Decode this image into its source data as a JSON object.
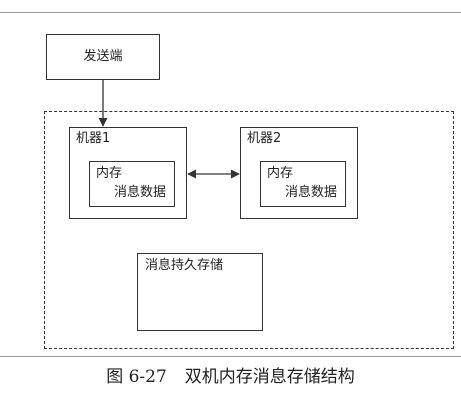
{
  "diagram": {
    "sender_label": "发送端",
    "machine1_label": "机器1",
    "machine2_label": "机器2",
    "memory_label": "内存",
    "message_data_label": "消息数据",
    "persistent_storage_label": "消息持久存储"
  },
  "caption": {
    "figure_number": "图 6-27",
    "title": "双机内存消息存储结构"
  },
  "colors": {
    "line": "#333333",
    "rule": "#9a9a9a",
    "text": "#222222"
  }
}
